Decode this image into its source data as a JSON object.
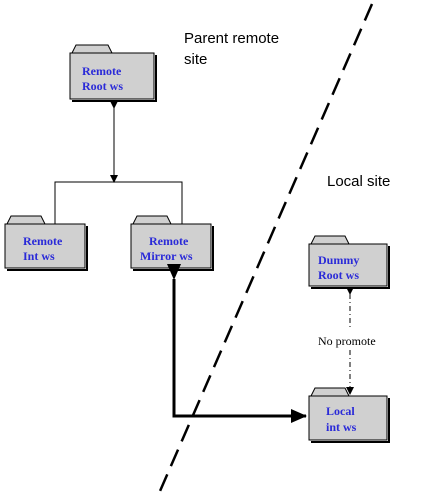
{
  "regions": {
    "parent_line1": "Parent remote",
    "parent_line2": "site",
    "local": "Local site"
  },
  "folders": {
    "remote_root": {
      "line1": "Remote",
      "line2": "Root ws"
    },
    "remote_int": {
      "line1": "Remote",
      "line2": "Int ws"
    },
    "remote_mirror": {
      "line1": "Remote",
      "line2": "Mirror ws"
    },
    "dummy_root": {
      "line1": "Dummy",
      "line2": "Root ws"
    },
    "local_int": {
      "line1": "Local",
      "line2": "int ws"
    }
  },
  "notes": {
    "no_promote": "No promote"
  },
  "colors": {
    "folder_fill": "#d0d0d0",
    "folder_text": "#2a2ad8",
    "line": "#000000"
  }
}
